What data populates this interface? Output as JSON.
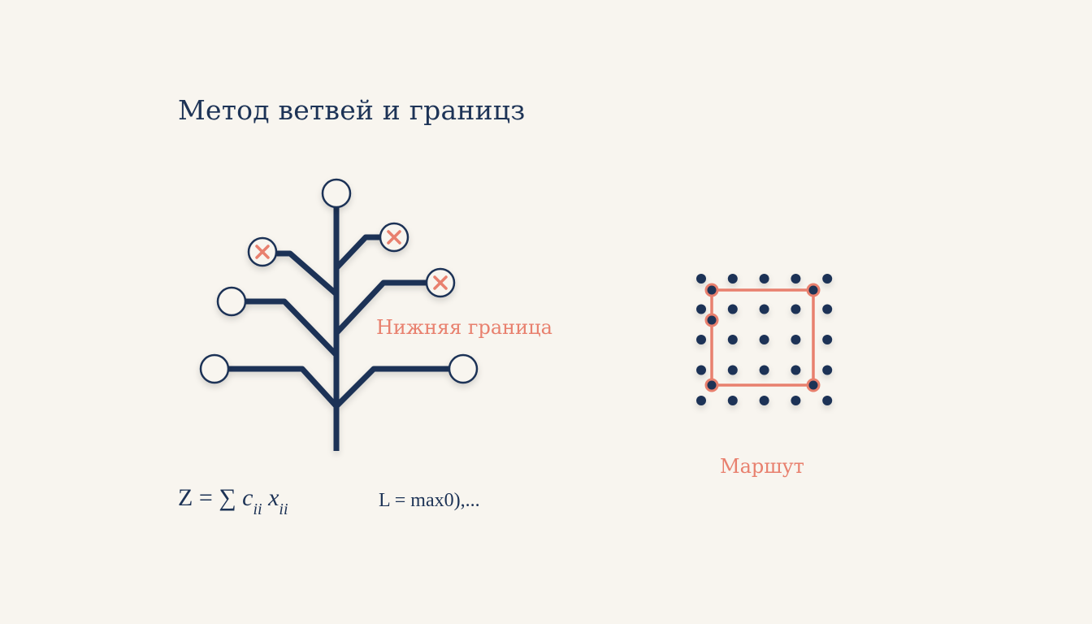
{
  "title": "Метод ветвей и границз",
  "tree": {
    "lower_bound_label": "Нижняя граница",
    "nodes": [
      {
        "id": "root",
        "state": "open"
      },
      {
        "id": "upper-left",
        "state": "pruned"
      },
      {
        "id": "upper-right",
        "state": "pruned"
      },
      {
        "id": "mid-right",
        "state": "pruned"
      },
      {
        "id": "mid-left",
        "state": "open"
      },
      {
        "id": "lower-left",
        "state": "open"
      },
      {
        "id": "lower-right",
        "state": "open"
      }
    ]
  },
  "route": {
    "label": "Маршут",
    "grid_rows": 5,
    "grid_cols": 5
  },
  "formulas": {
    "z_prefix": "Z = ∑ ",
    "z_c": "c",
    "z_c_sub": "ii",
    "z_x": "x",
    "z_x_sub": "ii",
    "lower": "L = max0),..."
  },
  "colors": {
    "navy": "#1d3356",
    "salmon": "#e8806e",
    "background": "#f8f5ef"
  }
}
